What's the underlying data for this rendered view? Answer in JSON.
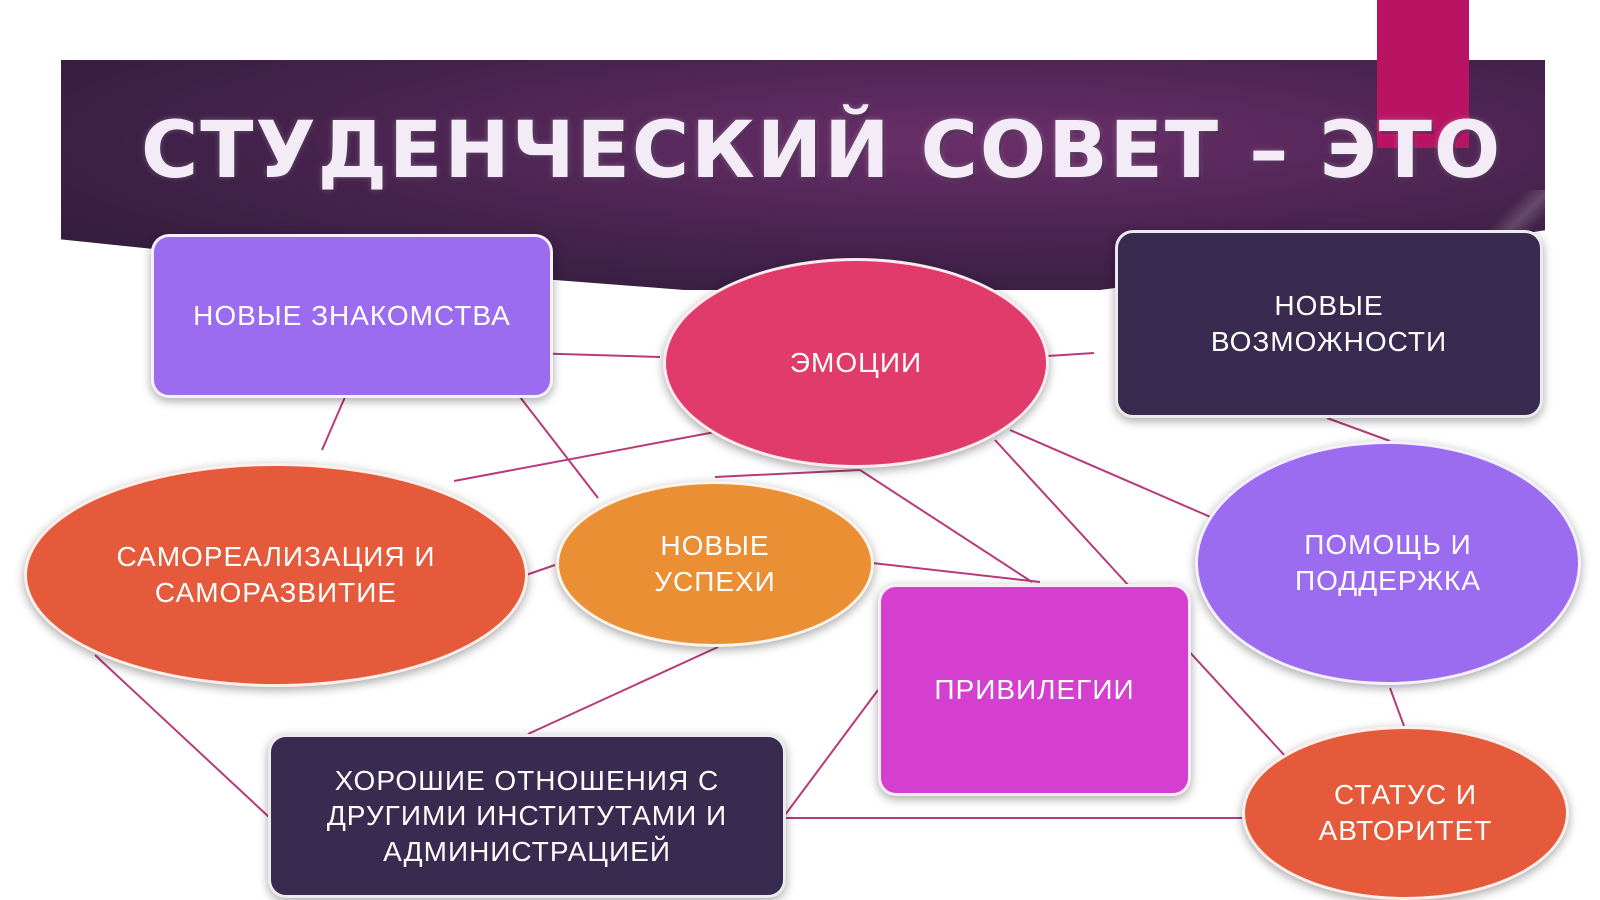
{
  "title": "СТУДЕНЧЕСКИЙ СОВЕТ – ЭТО",
  "colors": {
    "accent": "#b81463",
    "banner": "#4a2450",
    "connector": "#b63b7c"
  },
  "nodes": {
    "new_acquaintances": {
      "text": "НОВЫЕ ЗНАКОМСТВА",
      "color": "#9b6bf0"
    },
    "emotions": {
      "text": "ЭМОЦИИ",
      "color": "#e03b6b"
    },
    "new_opportunities": {
      "text": "НОВЫЕ ВОЗМОЖНОСТИ",
      "color": "#392a4f"
    },
    "self_realization": {
      "text": "САМОРЕАЛИЗАЦИЯ И САМОРАЗВИТИЕ",
      "color": "#e55a3b"
    },
    "new_successes": {
      "text": "НОВЫЕ УСПЕХИ",
      "color": "#ea8f34"
    },
    "help_support": {
      "text": "ПОМОЩЬ И ПОДДЕРЖКА",
      "color": "#9b6bf0"
    },
    "privileges": {
      "text": "ПРИВИЛЕГИИ",
      "color": "#d43fd0"
    },
    "good_relations": {
      "text": "ХОРОШИЕ ОТНОШЕНИЯ С ДРУГИМИ ИНСТИТУТАМИ И АДМИНИСТРАЦИЕЙ",
      "color": "#392a4f"
    },
    "status_authority": {
      "text": "СТАТУС И АВТОРИТЕТ",
      "color": "#e55a3b"
    }
  }
}
